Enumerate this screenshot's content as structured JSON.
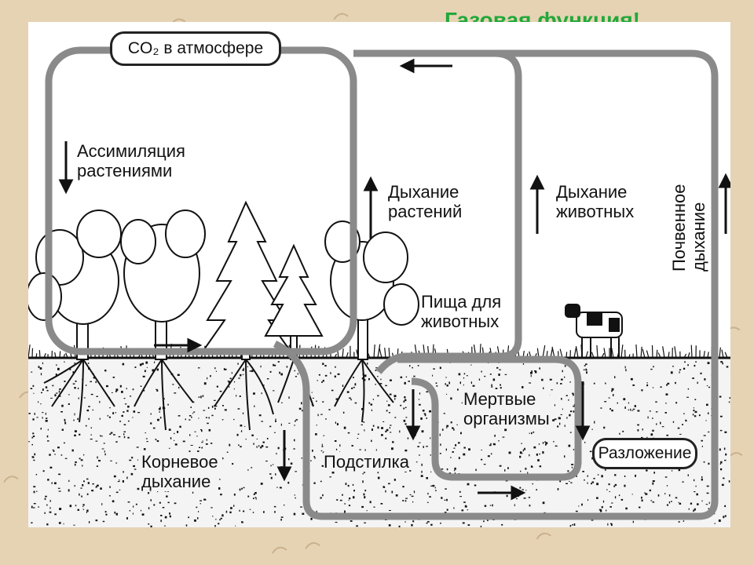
{
  "title": "Газовая функция!",
  "diagram": {
    "co2_box": "CO₂ в атмосфере",
    "assimilation": "Ассимиляция\nрастениями",
    "plant_respiration": "Дыхание\nрастений",
    "animal_respiration": "Дыхание\nживотных",
    "soil_respiration": "Почвенное\nдыхание",
    "animal_food": "Пища для\nживотных",
    "dead_organisms": "Мертвые\nорганизмы",
    "decomposition": "Разложение",
    "root_respiration": "Корневое\nдыхание",
    "litter": "Подстилка"
  },
  "colors": {
    "page_background": "#e6d3b3",
    "title": "#22a83a",
    "flow_path": "#8a8a8a",
    "soil": "#f4f4f4"
  }
}
